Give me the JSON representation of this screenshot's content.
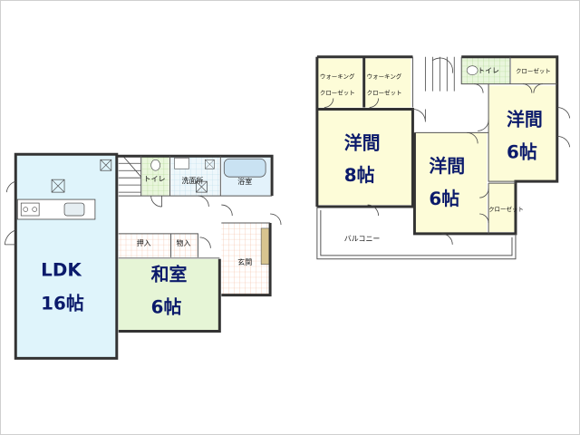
{
  "floor1": {
    "ldk": {
      "label": "LDK",
      "size": "16帖",
      "color": "#dff4fb"
    },
    "washitsu": {
      "label": "和室",
      "size": "6帖",
      "color": "#e6f5d6"
    },
    "toilet": "トイレ",
    "senmenjo": "洗面所",
    "yokushitsu": "浴室",
    "oshiire": "押入",
    "monoire": "物入",
    "genkan": "玄関"
  },
  "floor2": {
    "room8": {
      "label": "洋間",
      "size": "8帖",
      "color": "#fdfcd8"
    },
    "room6a": {
      "label": "洋間",
      "size": "6帖",
      "color": "#fdfcd8"
    },
    "room6b": {
      "label": "洋間",
      "size": "6帖",
      "color": "#fdfcd8"
    },
    "wic1": {
      "line1": "ウォーキング",
      "line2": "クローゼット"
    },
    "wic2": {
      "line1": "ウォーキング",
      "line2": "クローゼット"
    },
    "toilet": "トイレ",
    "closet_top": "クローゼット",
    "closet_side": "クローゼット",
    "balcony": "バルコニー"
  },
  "colors": {
    "ldk": "#dff4fb",
    "washitsu": "#e6f5d6",
    "youma": "#fdfcd8",
    "wet": "#e6f5d6",
    "bath": "#e3f2fb",
    "tile": "#f3b89c",
    "text_dark_blue": "#0b1a6b"
  }
}
